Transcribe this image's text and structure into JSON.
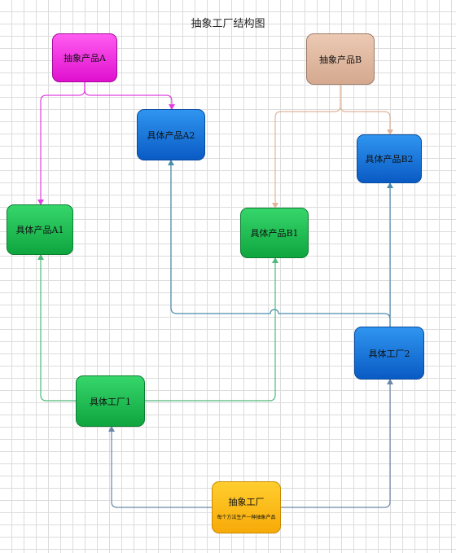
{
  "title": "抽象工厂结构图",
  "nodes": {
    "abstract_a": "抽象产品A",
    "abstract_b": "抽象产品B",
    "product_a1": "具体产品A1",
    "product_a2": "具体产品A2",
    "product_b1": "具体产品B1",
    "product_b2": "具体产品B2",
    "factory_1": "具体工厂1",
    "factory_2": "具体工厂2",
    "abstract_factory": "抽象工厂",
    "abstract_factory_note": "每个方法生产一种抽象产品"
  },
  "colors": {
    "magenta": "#e21ad3",
    "tan": "#d9ad93",
    "blue": "#0a6fd8",
    "green": "#12b548",
    "orange": "#fbb814",
    "line_magenta": "#e040e0",
    "line_tan": "#e0b49a",
    "line_teal": "#4a8cad",
    "line_green": "#4fb97a",
    "line_slate": "#6a86a8"
  }
}
